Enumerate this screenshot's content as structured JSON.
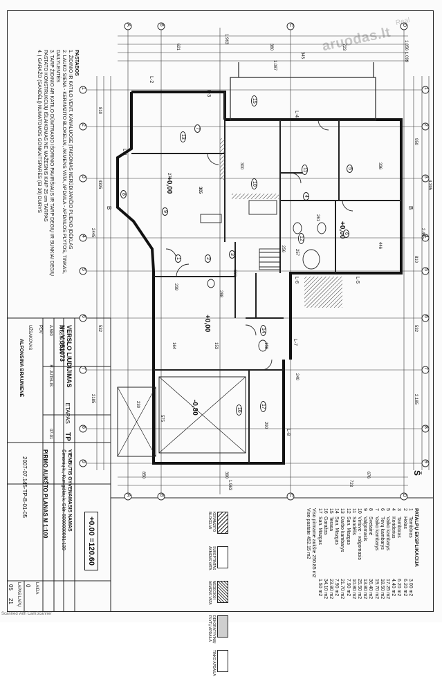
{
  "watermark": {
    "text": "aruodas.lt",
    "sub": "Real"
  },
  "scanner_note": "Scanned with CamScanner",
  "notes": {
    "title": "PASTABOS",
    "lines": [
      "1. ŽIDINIO IR KATILO VENT. KANALUOSE ĮTAISOMAS NERŪDIJANČIO PLIENO ĮDĖKLAS",
      "2. LAUKO SIENA - KERAMZITO BLOKELIAI, AKMENS VATA, APDAILA - APDAILOS PLYTOS, TINKAS,",
      "DAILYLENTĖS",
      "3. TARP ŽIDINIO AR KATILO DŪMTRAKIO IŠORINIO PAVIRŠIAUS IR TARP DEGIŲ IR SUNKIAI DEGIŲ",
      "PASTATO KONSTRUKCIJŲ IŠLAIKOMAS NE MAŽESNIS KAIP 25 cm TARPAS",
      "4. Į GARAŽO (SANDĖLĮ) NUMATOMOS GONKAITSPARĖS (EI 30) DURYS"
    ]
  },
  "explication": {
    "title": "PATALPŲ EKSPLIKACIJA",
    "rooms": [
      {
        "n": "1",
        "name": "Tambūras",
        "area": "3.00 m2"
      },
      {
        "n": "2",
        "name": "Holas",
        "area": "6.20 m2"
      },
      {
        "n": "3",
        "name": "Tambūras",
        "area": "6.20 m2"
      },
      {
        "n": "4",
        "name": "Koridorius",
        "area": "4.40 m2"
      },
      {
        "n": "5",
        "name": "Vaiko kambarys",
        "area": "17.25 m2"
      },
      {
        "n": "6",
        "name": "Tėvų kambarys",
        "area": "18.50 m2"
      },
      {
        "n": "7",
        "name": "Vaiko kambarys",
        "area": "19.70 m2"
      },
      {
        "n": "8",
        "name": "Svetainė",
        "area": "36.40 m2"
      },
      {
        "n": "9",
        "name": "Valgomasis",
        "area": "13.80 m2"
      },
      {
        "n": "10",
        "name": "Virtuvė - valgomasis",
        "area": "25.50 m2"
      },
      {
        "n": "11",
        "name": "Sandėlis",
        "area": "10.80 m2"
      },
      {
        "n": "12",
        "name": "San. Mazgas",
        "area": "7.90 m2"
      },
      {
        "n": "13",
        "name": "Darbo kambarys",
        "area": "21.70 m2"
      },
      {
        "n": "14",
        "name": "San. Mazgas",
        "area": "7.90 m2"
      },
      {
        "n": "15",
        "name": "Terasa",
        "area": "23.80 m2"
      },
      {
        "n": "16",
        "name": "Garažas",
        "area": "34.10 m2"
      },
      {
        "n": "17",
        "name": "San. Mazgas",
        "area": "1.50 m2"
      }
    ],
    "total_useful": "Viso pirmame aukšte    250.85 m2",
    "total_all": "Viso pastate    452.15 m2"
  },
  "legend": {
    "items": [
      "KERAMZITO BLOKELIAI",
      "SUKEPTINTAS AKMENS VATA",
      "NEDEGIOJI AKMENS VATA",
      "DEKORATYVINIŲ PLYTŲ APDAILA",
      "TINKO APDAILA"
    ]
  },
  "level_box": "+0.00 =120.60",
  "title_block": {
    "cert_title": "VERSLO LIUDIJIMAS",
    "cert_no": "Nr. V 051073",
    "role_rows": [
      {
        "role": "ATESTATO NR.",
        "name": ""
      },
      {
        "role": "A.580",
        "name": "R. JUTELIS"
      },
      {
        "role": "PDV",
        "name": ""
      },
      {
        "role": "UŽSAKOVAS",
        "name": "ALFONSINA BRAUNIENĖ"
      }
    ],
    "stage": "TP",
    "stage_label": "ETAPAS",
    "date": "07-01",
    "project": "VIENBUTIS GYVENAMASIS NAMAS",
    "address": "Šimonių k., Kunigiškių k. Sklr. 5000000001:139",
    "sheet_title": "PIRMO AUKŠTO PLANAS  M 1:100",
    "drawing_no": "2007-07.145-TP-B-01-05",
    "lapas_label": "LAPAS",
    "lapas": "05",
    "lapu_label": "LAPŲ",
    "lapu": "21",
    "laida_label": "LAIDA",
    "laida": "0"
  },
  "plan": {
    "levels": [
      "+0,00",
      "+0,00",
      "+0,00",
      "-0,80"
    ],
    "room_tags": [
      "1",
      "2",
      "3",
      "4",
      "5",
      "6",
      "7",
      "8",
      "9",
      "10",
      "11",
      "12",
      "13",
      "14",
      "15",
      "16",
      "17"
    ],
    "axes_rows": [
      "1",
      "2",
      "3",
      "4",
      "5",
      "6",
      "7",
      "8",
      "9",
      "10"
    ],
    "axes_cols": [
      "A",
      "B",
      "C",
      "D"
    ],
    "walls": [
      "L-1",
      "L-2",
      "L-3",
      "L-4",
      "L-5",
      "L-6",
      "L-7",
      "L-8"
    ],
    "dims_top": [
      "1.963",
      "621",
      "380",
      "723",
      "1.056",
      "345",
      "1.087",
      "1.099"
    ],
    "dims_bottom": [
      "850",
      "1.963",
      "723",
      "676",
      "390"
    ],
    "dims_left": [
      "4395",
      "810",
      "532",
      "2445",
      "2185"
    ],
    "dims_right": [
      "2.185",
      "950",
      "2.445",
      "4.395",
      "810",
      "532"
    ],
    "room_dims": [
      "300",
      "305",
      "256",
      "336",
      "271",
      "257",
      "446",
      "305",
      "288",
      "575",
      "239",
      "153",
      "164",
      "158",
      "230",
      "290",
      "550",
      "240",
      "261"
    ],
    "section_label": "B",
    "north": "Š"
  }
}
